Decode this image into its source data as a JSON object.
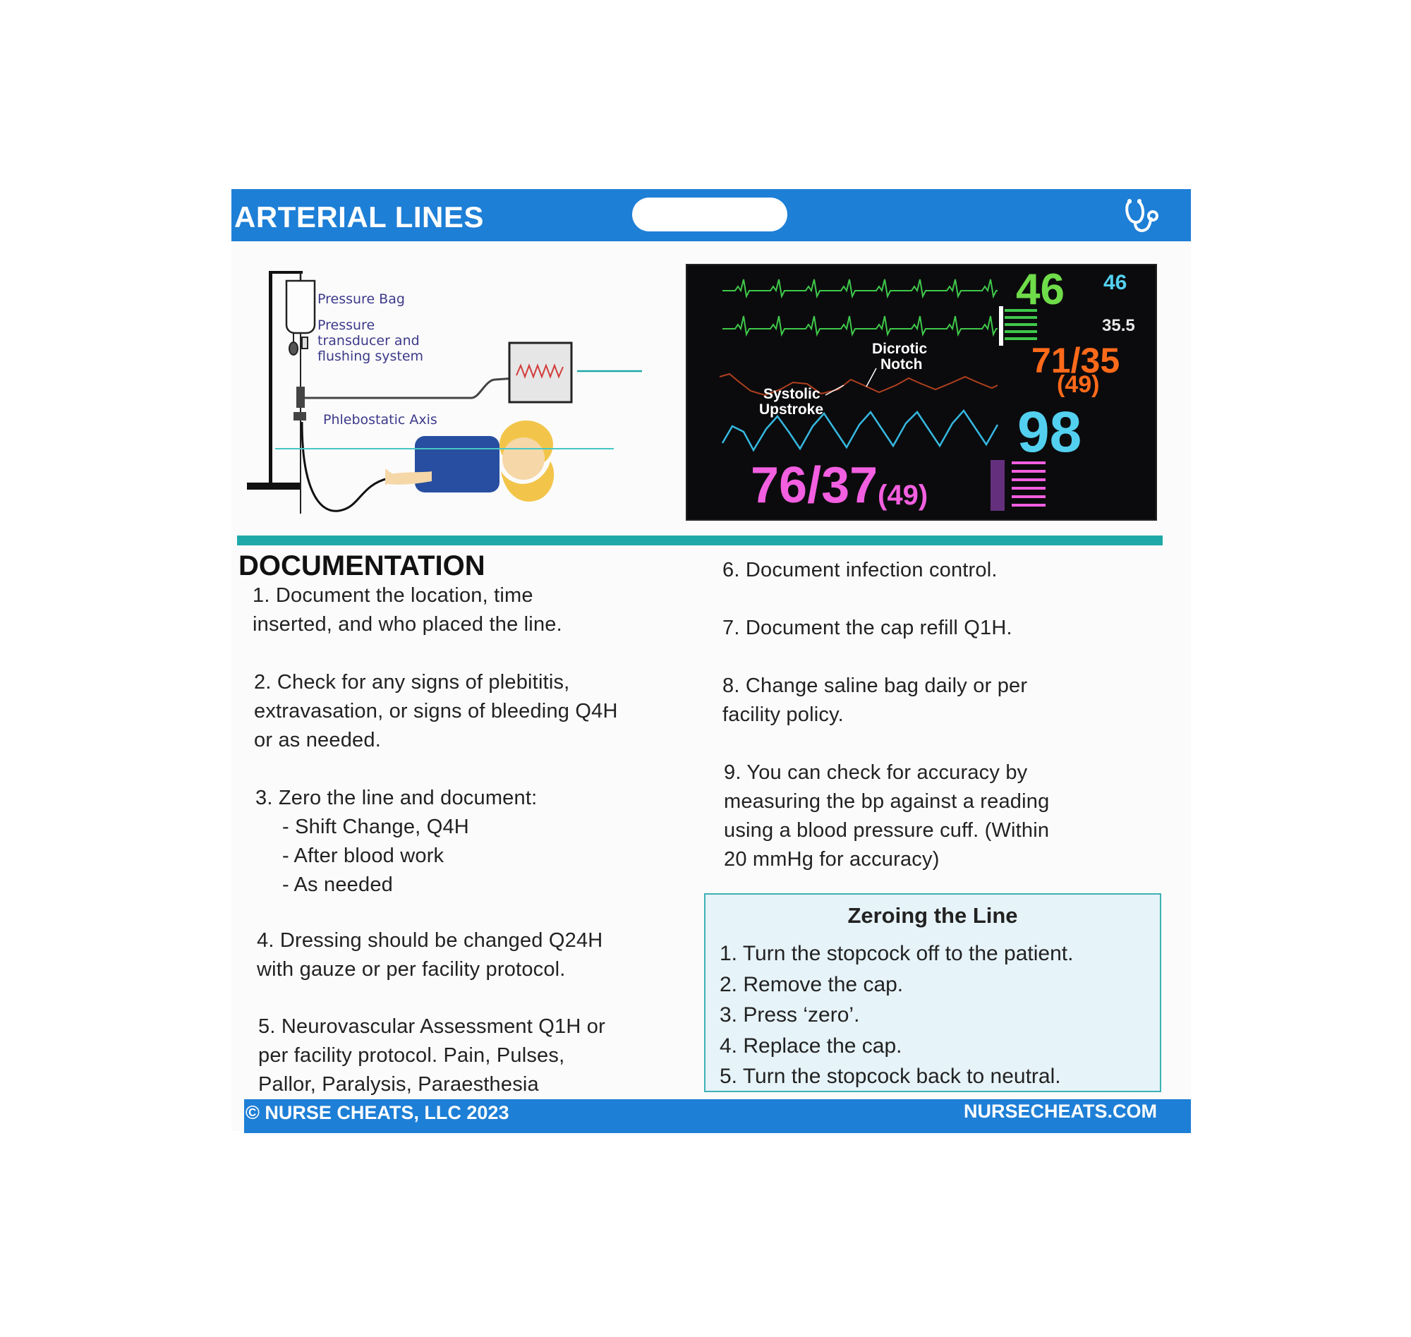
{
  "header": {
    "title": "ARTERIAL LINES"
  },
  "diagram": {
    "label_bag": "Pressure Bag",
    "label_transducer_1": "Pressure",
    "label_transducer_2": "transducer and",
    "label_transducer_3": "flushing system",
    "label_axis": "Phlebostatic Axis"
  },
  "monitor": {
    "hr": "46",
    "hr_small": "46",
    "temp": "35.5",
    "art_bp": "71/35",
    "art_map": "(49)",
    "spo2": "98",
    "nibp": "76/37",
    "nibp_map": "(49)",
    "dicrotic_1": "Dicrotic",
    "dicrotic_2": "Notch",
    "systolic_1": "Systolic",
    "systolic_2": "Upstroke",
    "colors": {
      "hr": "#6fdc4a",
      "art": "#ff6a1a",
      "spo2": "#53d0f0",
      "nibp": "#f25fe0"
    }
  },
  "documentation": {
    "title": "DOCUMENTATION",
    "item1_a": "1.  Document the location, time",
    "item1_b": "inserted, and who placed the line.",
    "item2_a": "2.  Check for any signs of plebititis,",
    "item2_b": "extravasation, or signs of bleeding Q4H",
    "item2_c": "or as needed.",
    "item3_a": "3. Zero the line and document:",
    "item3_b": "- Shift Change, Q4H",
    "item3_c": "- After blood work",
    "item3_d": "- As needed",
    "item4_a": "4. Dressing should be changed Q24H",
    "item4_b": "with gauze or per facility protocol.",
    "item5_a": "5.  Neurovascular Assessment Q1H or",
    "item5_b": "per facility protocol. Pain, Pulses,",
    "item5_c": "Pallor, Paralysis, Paraesthesia",
    "item6": "6.  Document infection control.",
    "item7": "7.  Document the cap refill Q1H.",
    "item8_a": "8.  Change saline bag daily or per",
    "item8_b": "facility policy.",
    "item9_a": "9.  You can check for accuracy by",
    "item9_b": "measuring the bp against a reading",
    "item9_c": "using a blood pressure cuff.  (Within",
    "item9_d": "20 mmHg for accuracy)"
  },
  "zeroing": {
    "title": "Zeroing the Line",
    "steps": [
      "1. Turn the stopcock off to the patient.",
      "2.  Remove the cap.",
      "3.  Press ‘zero’.",
      "4.  Replace the cap.",
      "5.  Turn the stopcock back to neutral."
    ]
  },
  "footer": {
    "left": "© NURSE CHEATS, LLC 2023",
    "right": "NURSECHEATS.COM"
  }
}
